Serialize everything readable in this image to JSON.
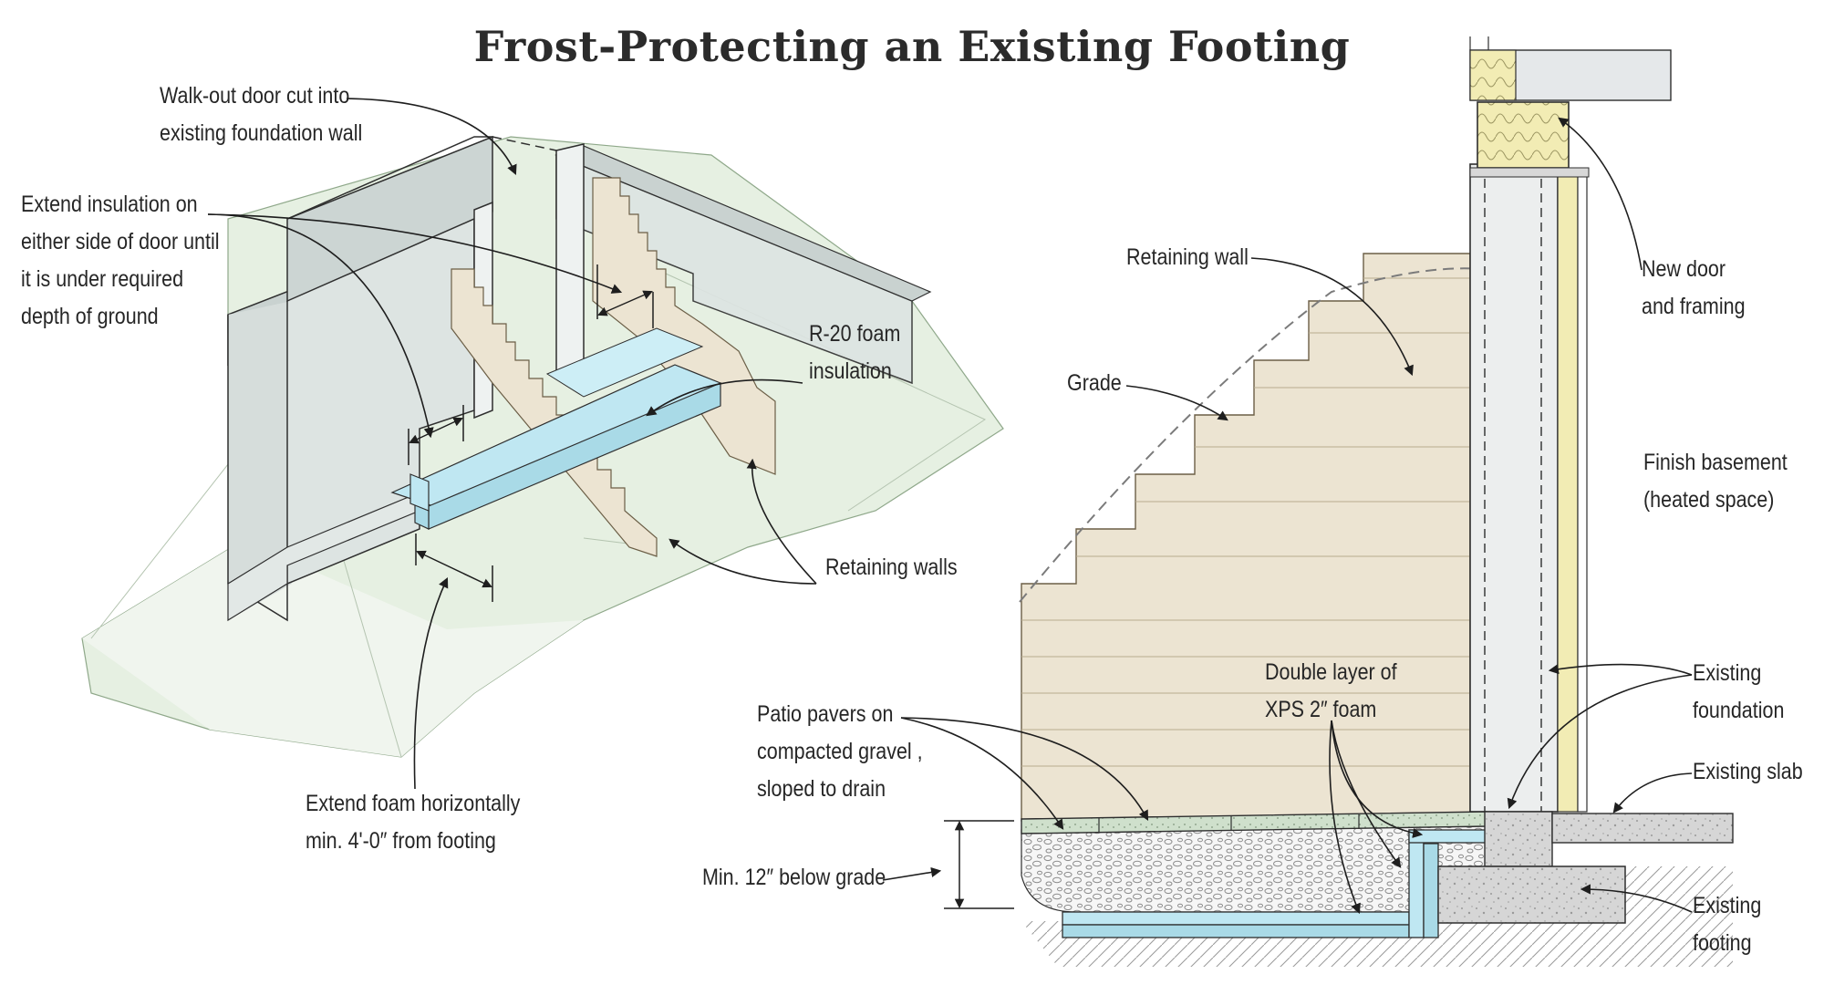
{
  "title": "Frost-Protecting an Existing Footing",
  "labels": {
    "walkout_door": "Walk-out door cut into\nexisting foundation wall",
    "extend_insulation": "Extend insulation on\neither side of door until\nit is under required\ndepth of ground",
    "r20_foam": "R-20 foam\ninsulation",
    "retaining_walls": "Retaining walls",
    "extend_foam": "Extend foam horizontally\nmin. 4'-0″ from footing",
    "retaining_wall": "Retaining wall",
    "grade": "Grade",
    "new_door": "New door\nand framing",
    "finish_basement": "Finish basement\n(heated space)",
    "double_layer": "Double layer of\nXPS 2″ foam",
    "patio_pavers": "Patio pavers on\ncompacted gravel ,\nsloped to drain",
    "existing_foundation": "Existing\nfoundation",
    "existing_slab": "Existing slab",
    "min_12": "Min. 12″ below grade",
    "existing_footing": "Existing\nfooting"
  },
  "colors": {
    "foam": "#bfe7f2",
    "retaining_wall": "#ece4d2",
    "ground": "#e6f0e2",
    "wall": "#dde4e2",
    "concrete": "#d9d9d9",
    "outline": "#2e2e2e"
  }
}
